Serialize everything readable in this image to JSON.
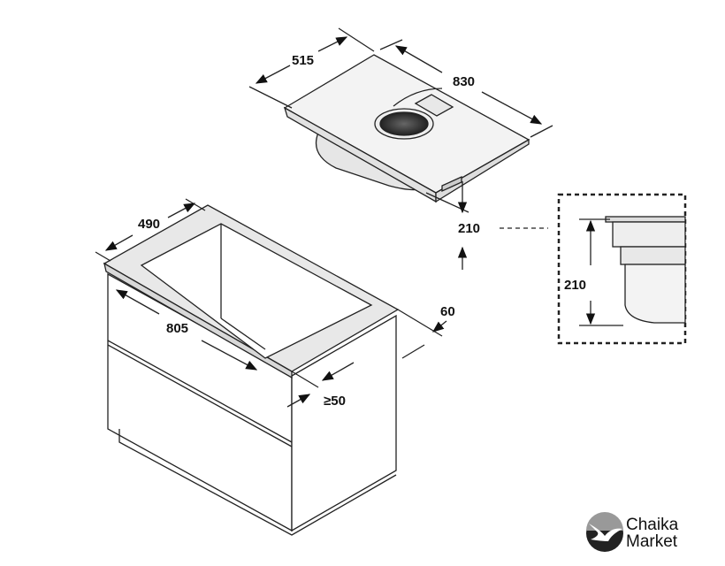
{
  "dimensions": {
    "hob_depth": "515",
    "hob_width": "830",
    "hob_height": "210",
    "cutout_depth": "490",
    "cutout_width": "805",
    "front_gap": "60",
    "min_rear_clearance": "≥50",
    "inset_height": "210"
  },
  "logo": {
    "line1": "Chaika",
    "line2": "Market"
  }
}
